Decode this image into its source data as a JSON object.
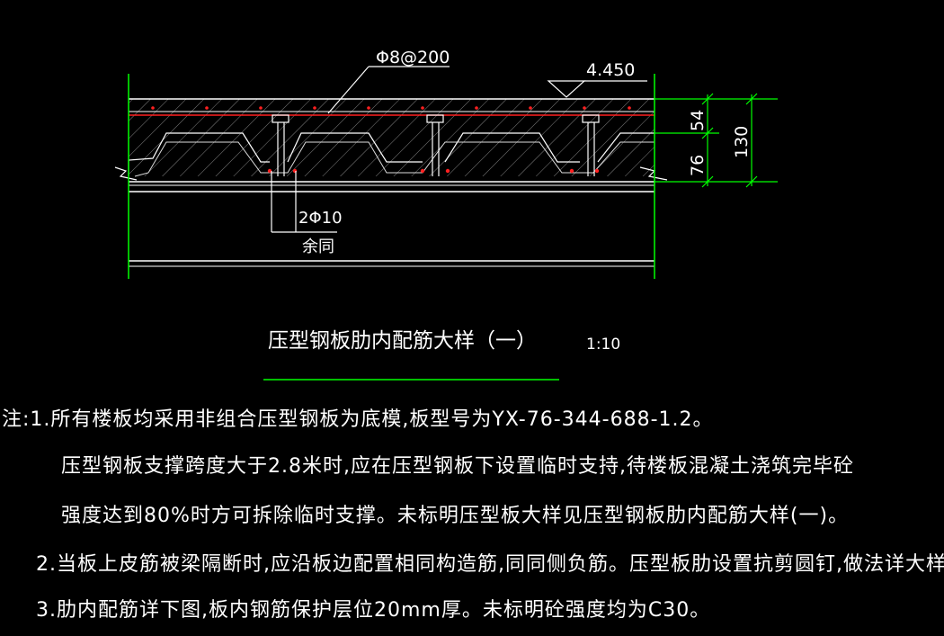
{
  "drawing": {
    "rebar_top_label": "Φ8@200",
    "elevation_label": "4.450",
    "rib_bar_label": "2Φ10",
    "rib_bar_note": "余同",
    "dim_76": "76",
    "dim_54": "54",
    "dim_130": "130",
    "title": "压型钢板肋内配筋大样（一）",
    "scale": "1:10"
  },
  "notes": [
    "注:1.所有楼板均采用非组合压型钢板为底模,板型号为YX-76-344-688-1.2。",
    "压型钢板支撑跨度大于2.8米时,应在压型钢板下设置临时支持,待楼板混凝土浇筑完毕砼",
    "强度达到80%时方可拆除临时支撑。未标明压型板大样见压型钢板肋内配筋大样(一)。",
    "2.当板上皮筋被梁隔断时,应沿板边配置相同构造筋,同同侧负筋。压型板肋设置抗剪圆钉,做法详大样。",
    "3.肋内配筋详下图,板内钢筋保护层位20mm厚。未标明砼强度均为C30。"
  ],
  "colors": {
    "line_white": "#ffffff",
    "line_green": "#00ff00",
    "line_red": "#ff0000",
    "hatch": "#b0b0b0"
  }
}
